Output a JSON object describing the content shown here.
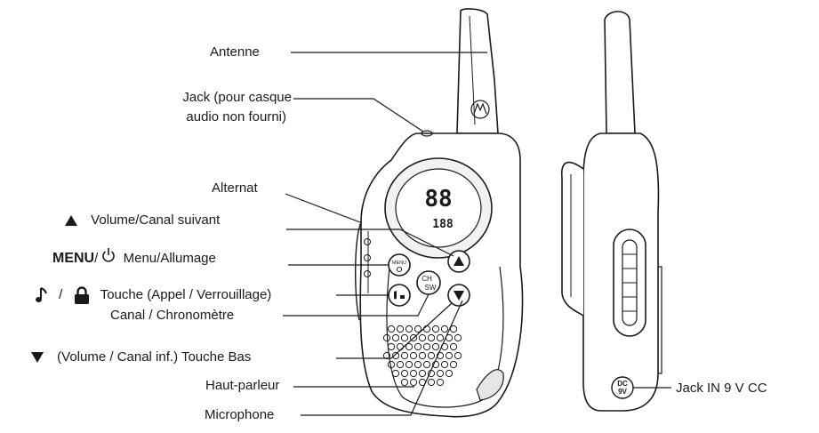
{
  "labels": {
    "antenna": "Antenne",
    "jack_line1": "Jack (pour casque",
    "jack_line2": "audio non fourni)",
    "ptt": "Alternat",
    "volume_up": "Volume/Canal suivant",
    "menu_bold": "MENU",
    "menu_slash": "/",
    "menu_text": "Menu/Allumage",
    "call_slash": "/",
    "call_text": "Touche (Appel / Verrouillage)",
    "channel": "Canal / Chronomètre",
    "volume_down": "(Volume / Canal inf.) Touche Bas",
    "speaker": "Haut-parleur",
    "microphone": "Microphone",
    "dc_jack": "Jack IN 9 V CC"
  },
  "device": {
    "lcd_digits": "88",
    "lcd_small_digits": "188",
    "menu_key_label": "MENU",
    "ch_key_line1": "CH",
    "ch_key_line2": "SW",
    "dc_line1": "DC",
    "dc_line2": "9V"
  },
  "colors": {
    "ink": "#1a1a1a",
    "body_fill": "#ffffff",
    "shade": "#e6e6e6"
  }
}
